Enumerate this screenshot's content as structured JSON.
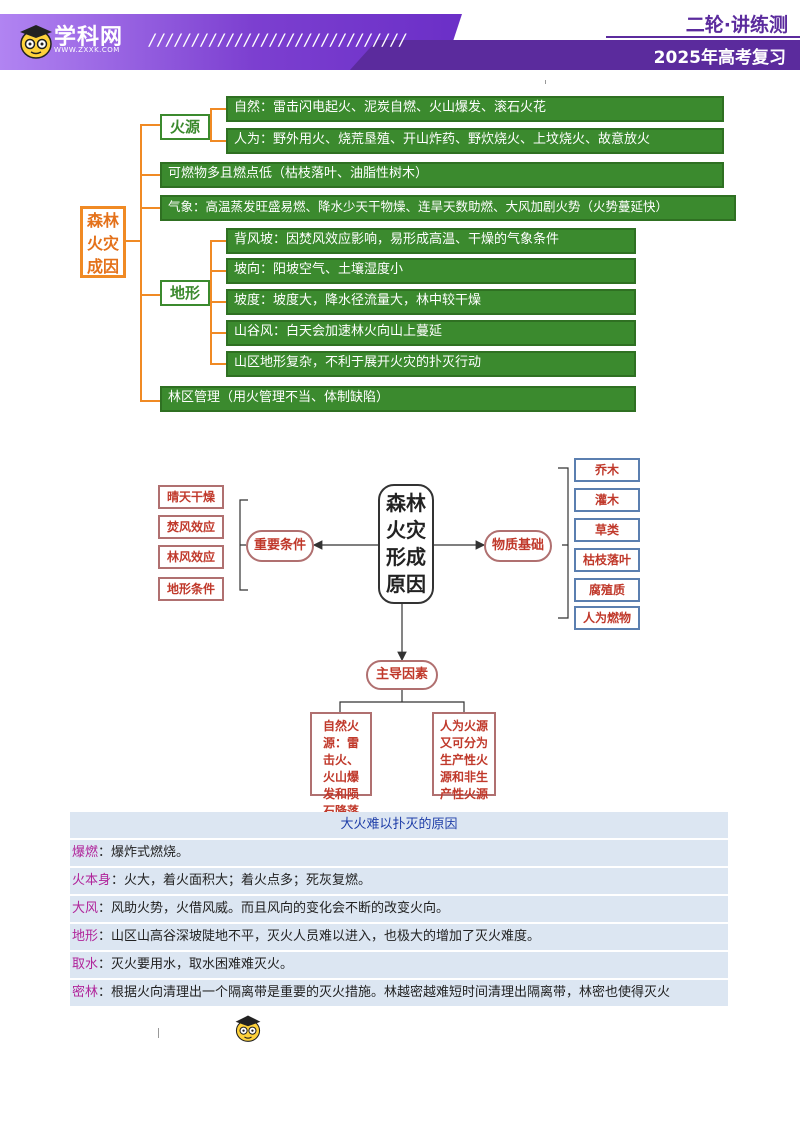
{
  "header": {
    "logo_text": "学科网",
    "logo_url": "WWW.ZXXK.COM",
    "slashes": "//////////////////////////////",
    "series": "二轮·讲练测",
    "subtitle": "2025年高考复习"
  },
  "map1": {
    "root": "森林火灾成因",
    "fire_label": "火源",
    "fire_natural": "自然：雷击闪电起火、泥炭自燃、火山爆发、滚石火花",
    "fire_human": "人为：野外用火、烧荒垦殖、开山炸药、野炊烧火、上坟烧火、故意放火",
    "fuel": "可燃物多且燃点低（枯枝落叶、油脂性树木）",
    "weather": "气象：高温蒸发旺盛易燃、降水少天干物燥、连旱天数助燃、大风加剧火势（火势蔓延快）",
    "terrain_label": "地形",
    "terrain_items": [
      "背风坡：因焚风效应影响，易形成高温、干燥的气象条件",
      "坡向：阳坡空气、土壤湿度小",
      "坡度：坡度大，降水径流量大，林中较干燥",
      "山谷风：白天会加速林火向山上蔓延",
      "山区地形复杂，不利于展开火灾的扑灭行动"
    ],
    "management": "林区管理（用火管理不当、体制缺陷）"
  },
  "map2": {
    "center": "森林火灾形成原因",
    "left_pill": "重要条件",
    "left_items": [
      "晴天干燥",
      "焚风效应",
      "林风效应",
      "地形条件"
    ],
    "right_pill": "物质基础",
    "right_items": [
      "乔木",
      "灌木",
      "草类",
      "枯枝落叶",
      "腐殖质",
      "人为燃物"
    ],
    "bottom_pill": "主导因素",
    "bottom_left": "自然火源：雷击火、火山爆发和陨石降落起火等",
    "bottom_right": "人为火源又可分为生产性火源和非生产性火源"
  },
  "table": {
    "title": "大火难以扑灭的原因",
    "rows": [
      {
        "k": "爆燃",
        "v": "：爆炸式燃烧。"
      },
      {
        "k": "火本身",
        "v": "：火大，着火面积大；着火点多；死灰复燃。"
      },
      {
        "k": "大风",
        "v": "：风助火势，火借风威。而且风向的变化会不断的改变火向。"
      },
      {
        "k": "地形",
        "v": "：山区山高谷深坡陡地不平，灭火人员难以进入，也极大的增加了灭火难度。"
      },
      {
        "k": "取水",
        "v": "：灭火要用水，取水困难难灭火。"
      },
      {
        "k": "密林",
        "v": "：根据火向清理出一个隔离带是重要的灭火措施。林越密越难短时间清理出隔离带，林密也使得灭火"
      }
    ]
  },
  "colors": {
    "header_purple": "#6b2fc7",
    "map_green": "#3b8a2e",
    "connector_orange": "#f08a24",
    "table_bg": "#dce6f2",
    "key_magenta": "#b0249a"
  }
}
